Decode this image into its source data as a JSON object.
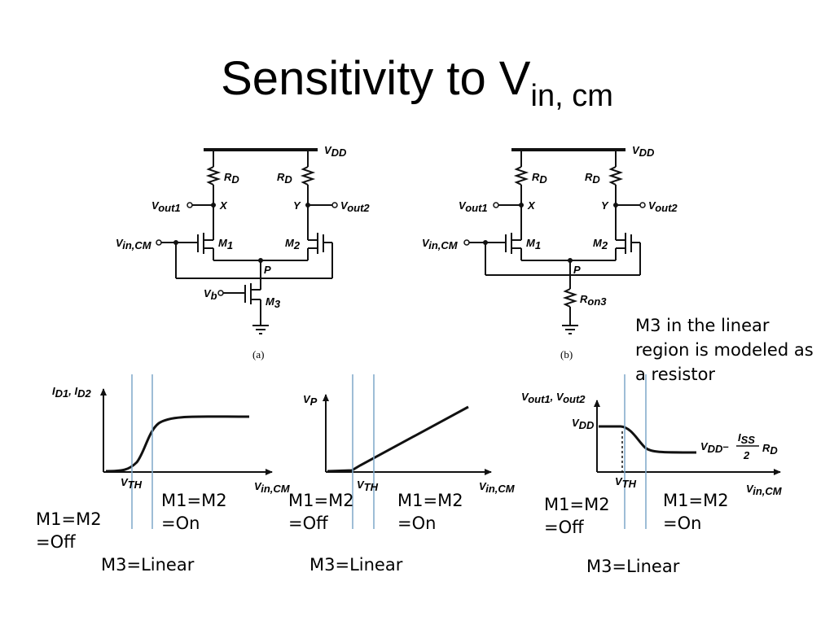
{
  "slide": {
    "title_main": "Sensitivity to V",
    "title_sub": "in, cm"
  },
  "circuits": {
    "vdd": "V",
    "vdd_sub": "DD",
    "rd": "R",
    "rd_sub": "D",
    "vout1": "V",
    "vout1_sub": "out1",
    "vout2": "V",
    "vout2_sub": "out2",
    "node_x": "X",
    "node_y": "Y",
    "vin": "V",
    "vin_sub": "in,CM",
    "m1": "M",
    "m1_sub": "1",
    "m2": "M",
    "m2_sub": "2",
    "m3": "M",
    "m3_sub": "3",
    "node_p": "P",
    "vb": "V",
    "vb_sub": "b",
    "ron": "R",
    "ron_sub": "on3",
    "caption_a": "(a)",
    "caption_b": "(b)"
  },
  "note": "M3 in the linear region is modeled as a resistor",
  "graph1": {
    "ylabel": "I",
    "ylabel_sub1": "D1",
    "ylabel_sep": ", I",
    "ylabel_sub2": "D2",
    "vth": "V",
    "vth_sub": "TH",
    "xlabel": "V",
    "xlabel_sub": "in,CM"
  },
  "graph2": {
    "ylabel": "V",
    "ylabel_sub": "P",
    "vth": "V",
    "vth_sub": "TH",
    "xlabel": "V",
    "xlabel_sub": "in,CM"
  },
  "graph3": {
    "ylabel": "V",
    "ylabel_sub1": "out1",
    "ylabel_sep": ", V",
    "ylabel_sub2": "out2",
    "vdd": "V",
    "vdd_sub": "DD",
    "vth": "V",
    "vth_sub": "TH",
    "xlabel": "V",
    "xlabel_sub": "in,CM",
    "formula_v": "V",
    "formula_vsub": "DD",
    "formula_minus": "–",
    "formula_num": "I",
    "formula_num_sub": "SS",
    "formula_den": "2",
    "formula_r": "R",
    "formula_rsub": "D"
  },
  "annotations": {
    "g1_on": "M1=M2 =On",
    "g1_off": "M1=M2 =Off",
    "g1_linear": "M3=Linear",
    "g2_off": "M1=M2 =Off",
    "g2_on": "M1=M2 =On",
    "g2_linear": "M3=Linear",
    "g3_off": "M1=M2 =Off",
    "g3_on": "M1=M2 =On",
    "g3_linear": "M3=Linear"
  },
  "colors": {
    "marker_line": "#7fa7c9",
    "ink": "#111111"
  }
}
